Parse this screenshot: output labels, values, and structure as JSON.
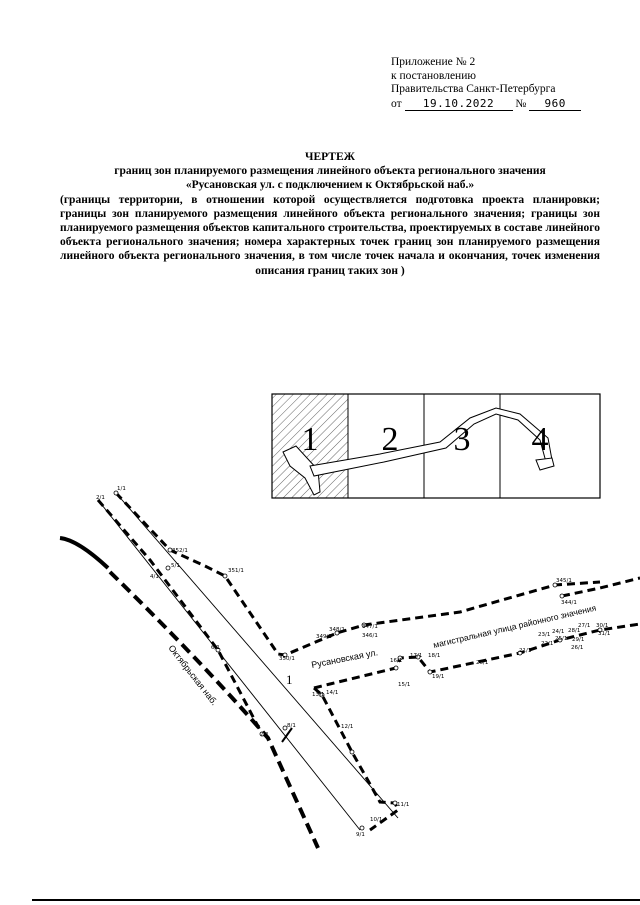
{
  "appendix": {
    "line1": "Приложение № 2",
    "line2": "к постановлению",
    "line3": "Правительства Санкт-Петербурга",
    "date_prefix": "от",
    "date": "19.10.2022",
    "number_prefix": "№",
    "number": "960"
  },
  "title": {
    "heading": "ЧЕРТЕЖ",
    "line1": "границ зон планируемого размещения линейного объекта регионального значения",
    "line2": "«Русановская ул. с подключением к Октябрьской наб.»",
    "description": "(границы территории, в отношении которой осуществляется подготовка проекта планировки; границы зон планируемого размещения линейного объекта регионального значения; границы зон планируемого размещения объектов капитального строительства, проектируемых в составе линейного объекта регионального значения; номера характерных точек границ зон планируемого размещения линейного объекта регионального значения, в том числе точек начала и окончания, точек изменения описания границ таких зон )"
  },
  "key_map": {
    "sheets": [
      "1",
      "2",
      "3",
      "4"
    ]
  },
  "drawing": {
    "sheet_number": "1",
    "street_labels": {
      "rusanovskaya": "Русановская ул.",
      "oktyabrskaya": "Октябрьская наб.",
      "magistral": "магистральная улица районного значения"
    },
    "point_labels": {
      "p1": "1/1",
      "p2": "2/1",
      "p352": "352/1",
      "p351": "351/1",
      "p5": "5/1",
      "p4": "4/1",
      "p6": "6/1",
      "p8": "8/1",
      "p7": "7/1",
      "p9": "9/1",
      "p350": "350/1",
      "p349": "349/1",
      "p348": "348/1",
      "p347": "347/1",
      "p346": "346/1",
      "p345": "345/1",
      "p344": "344/1",
      "p16": "16/1",
      "p17": "17/1",
      "p18": "18/1",
      "p19": "19/1",
      "p15": "15/1",
      "p14": "14/1",
      "p13": "13/1",
      "p12": "12/1",
      "p11": "11/1",
      "p10": "10/1",
      "p20": "20/1",
      "p21": "21/1",
      "p22": "22/1",
      "p23": "23/1",
      "p24": "24/1",
      "p25": "25/1",
      "p26": "26/1",
      "p27": "27/1",
      "p28": "28/1",
      "p29": "29/1",
      "p30": "30/1",
      "p31": "31/1"
    }
  }
}
